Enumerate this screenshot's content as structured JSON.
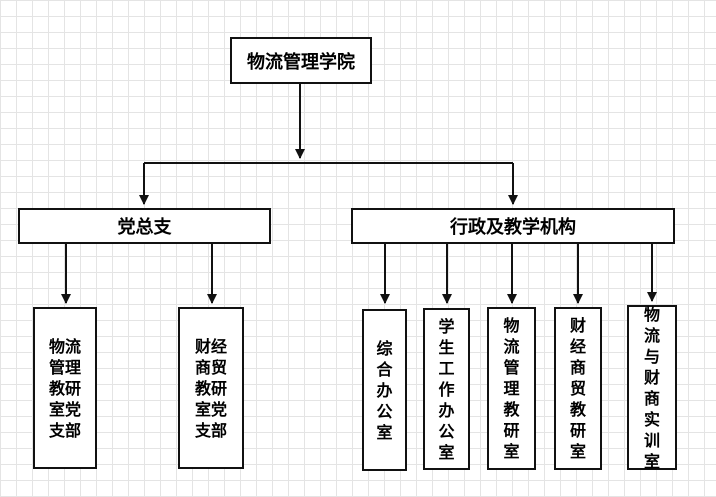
{
  "root": {
    "label": "物流管理学院"
  },
  "branches": [
    {
      "label": "党总支"
    },
    {
      "label": "行政及教学机构"
    }
  ],
  "party_units": [
    {
      "lines": [
        "物流",
        "管理",
        "教研",
        "室党",
        "支部"
      ]
    },
    {
      "lines": [
        "财经",
        "商贸",
        "教研",
        "室党",
        "支部"
      ]
    }
  ],
  "admin_units": [
    {
      "lines": [
        "综",
        "合",
        "办",
        "公",
        "室"
      ]
    },
    {
      "lines": [
        "学",
        "生",
        "工",
        "作",
        "办",
        "公",
        "室"
      ]
    },
    {
      "lines": [
        "物",
        "流",
        "管",
        "理",
        "教",
        "研",
        "室"
      ]
    },
    {
      "lines": [
        "财",
        "经",
        "商",
        "贸",
        "教",
        "研",
        "室"
      ]
    },
    {
      "lines": [
        "物",
        "流",
        "与",
        "财",
        "商",
        "实",
        "训",
        "室"
      ]
    }
  ]
}
